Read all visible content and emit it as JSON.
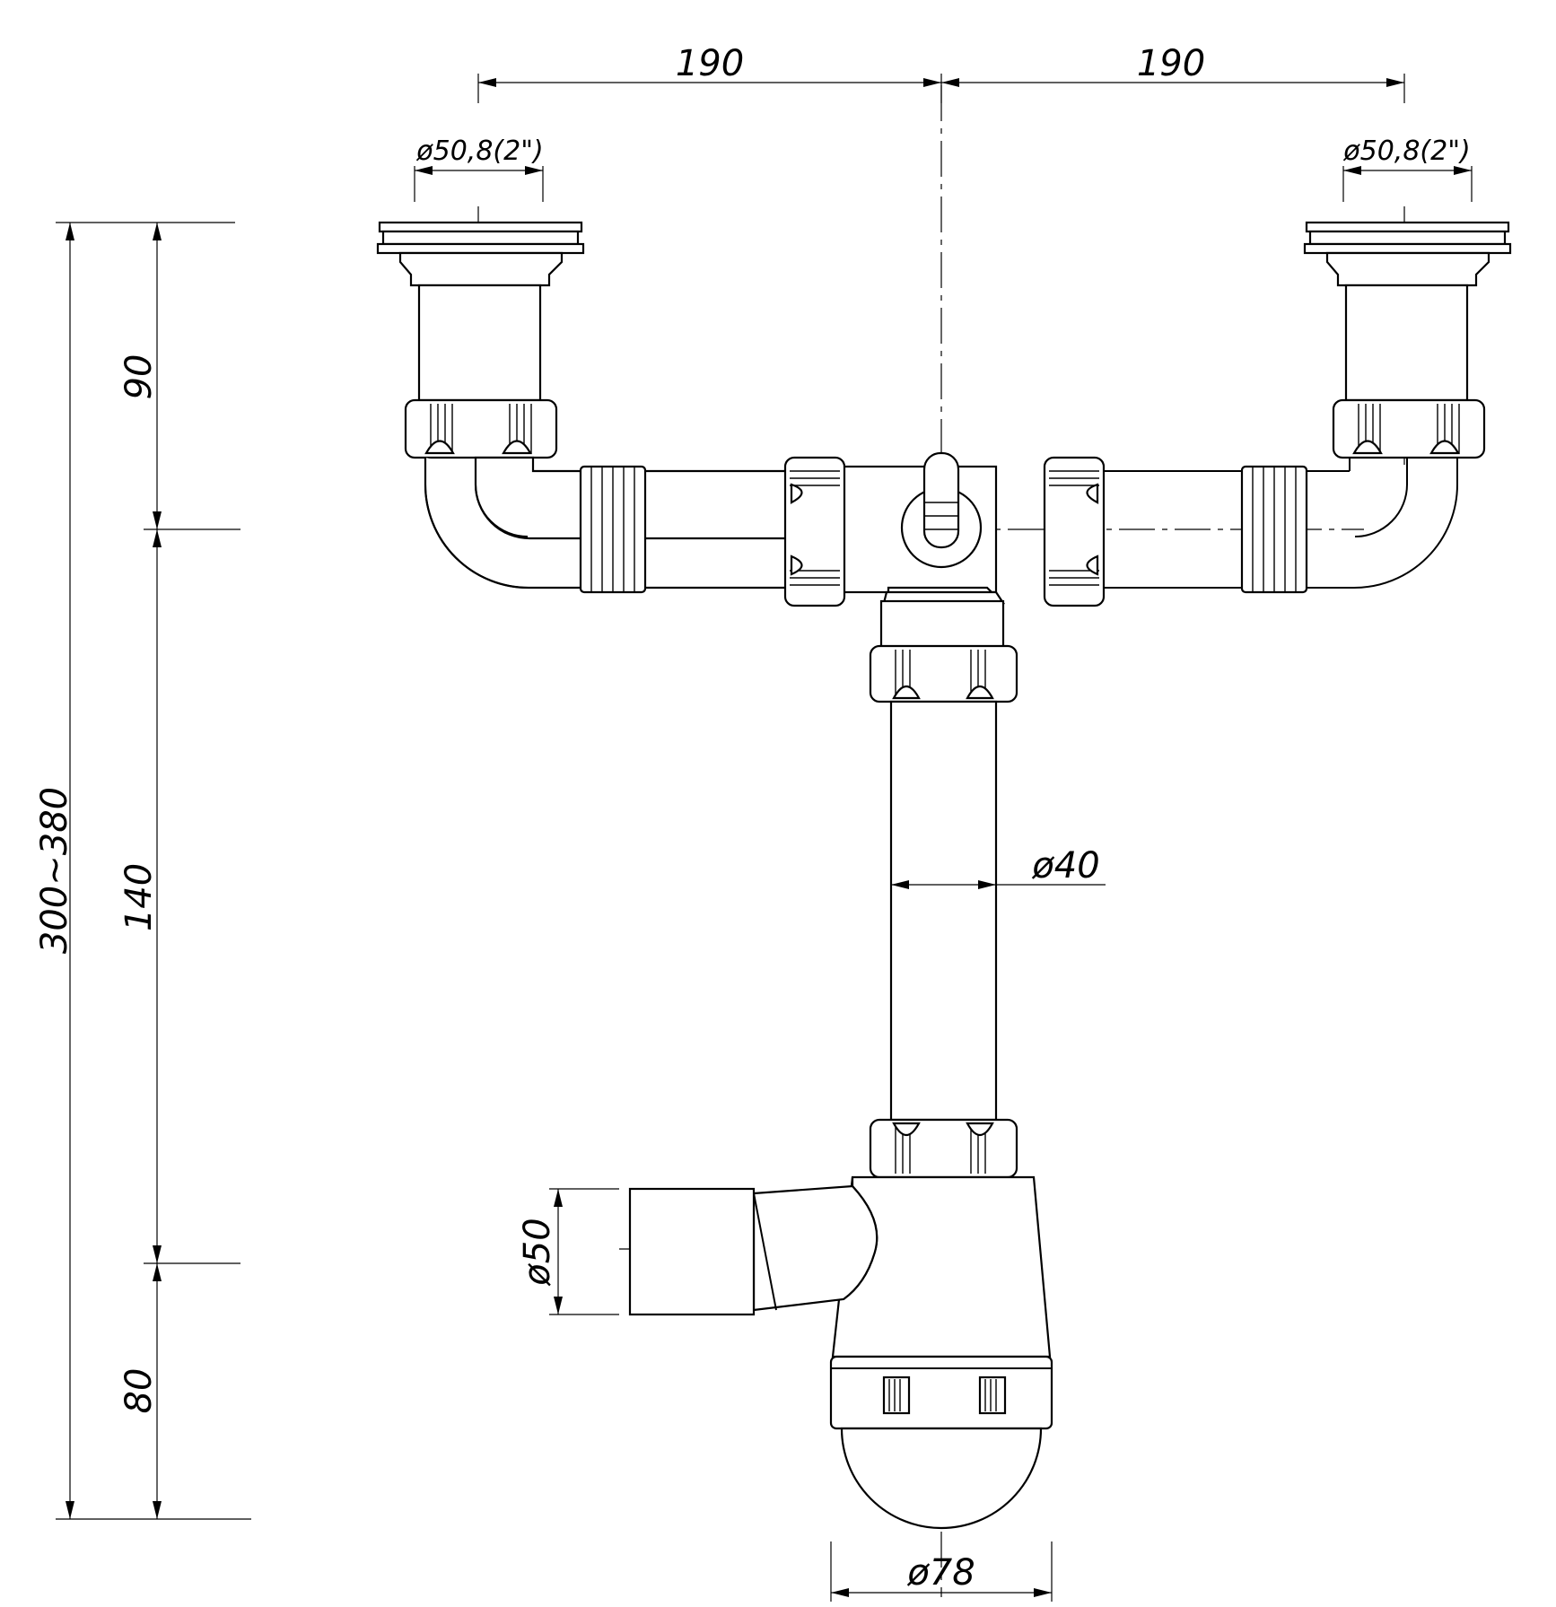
{
  "dimensions": {
    "left_spacing": "190",
    "right_spacing": "190",
    "left_inlet_diameter": "ø50,8(2\")",
    "right_inlet_diameter": "ø50,8(2\")",
    "total_height": "300~380",
    "upper_height": "90",
    "middle_height": "140",
    "lower_height": "80",
    "pipe_diameter": "ø40",
    "outlet_diameter": "ø50",
    "bottle_diameter": "ø78"
  }
}
